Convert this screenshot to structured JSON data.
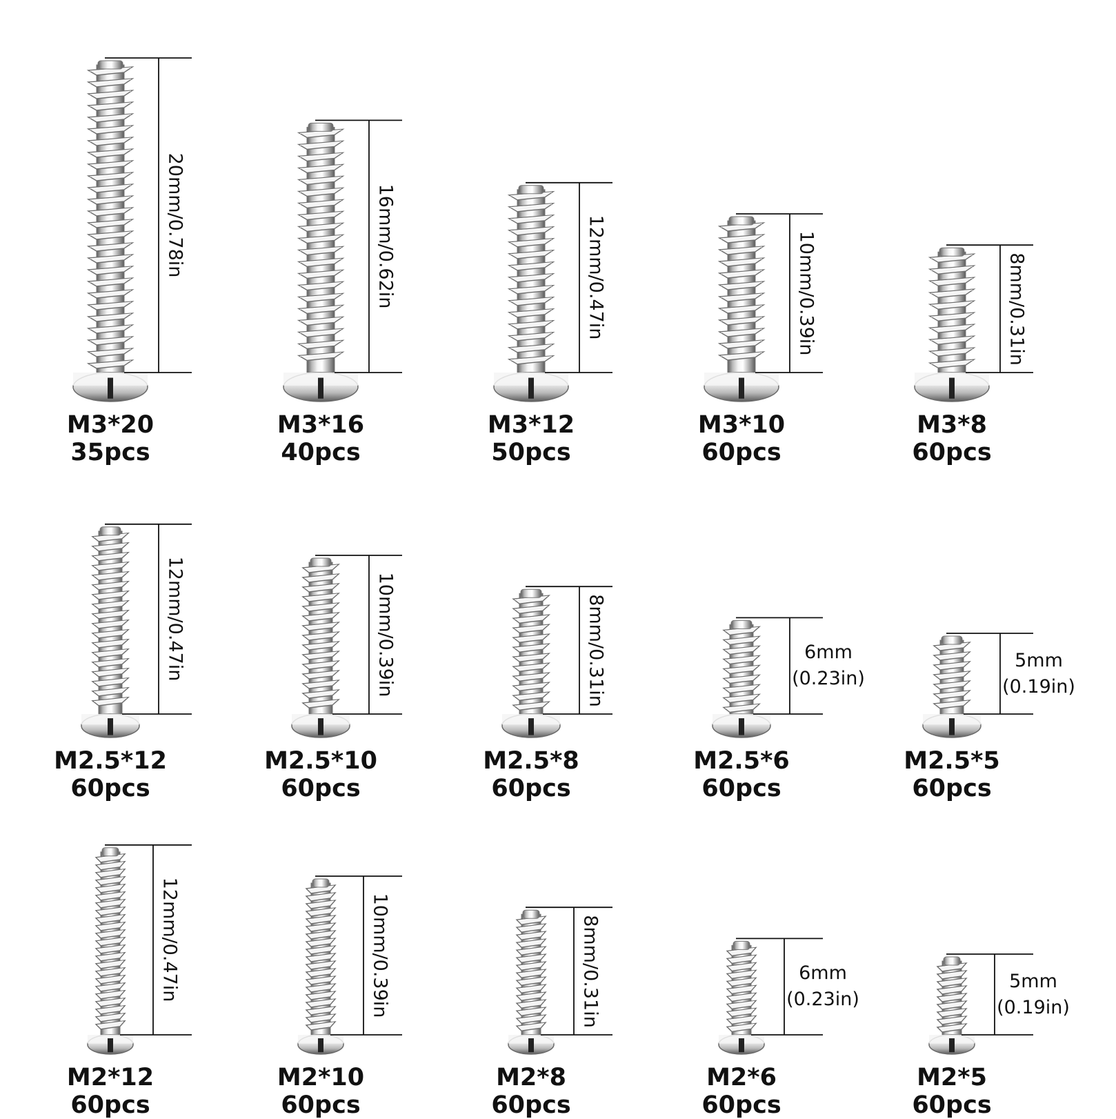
{
  "items": [
    {
      "size": "M3*20",
      "qty": "35pcs",
      "length_mm": 20,
      "thread": "M3",
      "dim_label": "20mm/0.78in",
      "dim_style": "vertical"
    },
    {
      "size": "M3*16",
      "qty": "40pcs",
      "length_mm": 16,
      "thread": "M3",
      "dim_label": "16mm/0.62in",
      "dim_style": "vertical"
    },
    {
      "size": "M3*12",
      "qty": "50pcs",
      "length_mm": 12,
      "thread": "M3",
      "dim_label": "12mm/0.47in",
      "dim_style": "vertical"
    },
    {
      "size": "M3*10",
      "qty": "60pcs",
      "length_mm": 10,
      "thread": "M3",
      "dim_label": "10mm/0.39in",
      "dim_style": "vertical"
    },
    {
      "size": "M3*8",
      "qty": "60pcs",
      "length_mm": 8,
      "thread": "M3",
      "dim_label": "8mm/0.31in",
      "dim_style": "vertical"
    },
    {
      "size": "M2.5*12",
      "qty": "60pcs",
      "length_mm": 12,
      "thread": "M2.5",
      "dim_label": "12mm/0.47in",
      "dim_style": "vertical"
    },
    {
      "size": "M2.5*10",
      "qty": "60pcs",
      "length_mm": 10,
      "thread": "M2.5",
      "dim_label": "10mm/0.39in",
      "dim_style": "vertical"
    },
    {
      "size": "M2.5*8",
      "qty": "60pcs",
      "length_mm": 8,
      "thread": "M2.5",
      "dim_label": "8mm/0.31in",
      "dim_style": "vertical"
    },
    {
      "size": "M2.5*6",
      "qty": "60pcs",
      "length_mm": 6,
      "thread": "M2.5",
      "dim_label": [
        "6mm",
        "(0.23in)"
      ],
      "dim_style": "horizontal"
    },
    {
      "size": "M2.5*5",
      "qty": "60pcs",
      "length_mm": 5,
      "thread": "M2.5",
      "dim_label": [
        "5mm",
        "(0.19in)"
      ],
      "dim_style": "horizontal"
    },
    {
      "size": "M2*12",
      "qty": "60pcs",
      "length_mm": 12,
      "thread": "M2",
      "dim_label": "12mm/0.47in",
      "dim_style": "vertical"
    },
    {
      "size": "M2*10",
      "qty": "60pcs",
      "length_mm": 10,
      "thread": "M2",
      "dim_label": "10mm/0.39in",
      "dim_style": "vertical"
    },
    {
      "size": "M2*8",
      "qty": "60pcs",
      "length_mm": 8,
      "thread": "M2",
      "dim_label": "8mm/0.31in",
      "dim_style": "vertical"
    },
    {
      "size": "M2*6",
      "qty": "60pcs",
      "length_mm": 6,
      "thread": "M2",
      "dim_label": [
        "6mm",
        "(0.23in)"
      ],
      "dim_style": "horizontal"
    },
    {
      "size": "M2*5",
      "qty": "60pcs",
      "length_mm": 5,
      "thread": "M2",
      "dim_label": [
        "5mm",
        "(0.19in)"
      ],
      "dim_style": "horizontal"
    }
  ],
  "colors": {
    "metal_light": "#f4f4f4",
    "metal_mid": "#b9b9b9",
    "metal_dark": "#5a5a5a",
    "line": "#111111",
    "text": "#111111"
  }
}
